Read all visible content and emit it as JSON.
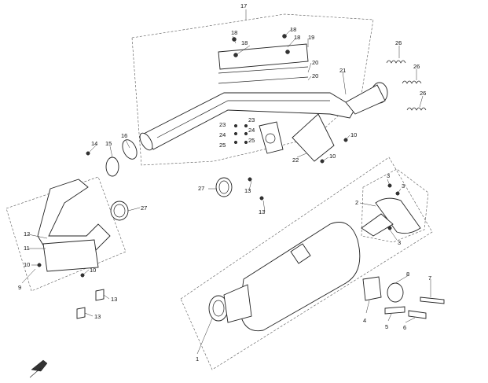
{
  "callouts": [
    {
      "id": "c17a",
      "text": "17"
    },
    {
      "id": "c18a",
      "text": "18"
    },
    {
      "id": "c18b",
      "text": "18"
    },
    {
      "id": "c18c",
      "text": "18"
    },
    {
      "id": "c18d",
      "text": "18"
    },
    {
      "id": "c19",
      "text": "19"
    },
    {
      "id": "c20a",
      "text": "20"
    },
    {
      "id": "c20b",
      "text": "20"
    },
    {
      "id": "c21",
      "text": "21"
    },
    {
      "id": "c26a",
      "text": "26"
    },
    {
      "id": "c26b",
      "text": "26"
    },
    {
      "id": "c26c",
      "text": "26"
    },
    {
      "id": "c16",
      "text": "16"
    },
    {
      "id": "c14",
      "text": "14"
    },
    {
      "id": "c15",
      "text": "15"
    },
    {
      "id": "c23a",
      "text": "23"
    },
    {
      "id": "c23b",
      "text": "23"
    },
    {
      "id": "c24a",
      "text": "24"
    },
    {
      "id": "c24b",
      "text": "24"
    },
    {
      "id": "c25a",
      "text": "25"
    },
    {
      "id": "c25b",
      "text": "25"
    },
    {
      "id": "c10a",
      "text": "10"
    },
    {
      "id": "c10b",
      "text": "10"
    },
    {
      "id": "c22",
      "text": "22"
    },
    {
      "id": "c27a",
      "text": "27"
    },
    {
      "id": "c13a",
      "text": "13"
    },
    {
      "id": "c13b",
      "text": "13"
    },
    {
      "id": "c27b",
      "text": "27"
    },
    {
      "id": "c12",
      "text": "12"
    },
    {
      "id": "c11",
      "text": "11"
    },
    {
      "id": "c10c",
      "text": "10"
    },
    {
      "id": "c10d",
      "text": "10"
    },
    {
      "id": "c9",
      "text": "9"
    },
    {
      "id": "c13c",
      "text": "13"
    },
    {
      "id": "c13d",
      "text": "13"
    },
    {
      "id": "c2",
      "text": "2"
    },
    {
      "id": "c3a",
      "text": "3"
    },
    {
      "id": "c3b",
      "text": "3"
    },
    {
      "id": "c3c",
      "text": "3"
    },
    {
      "id": "c1",
      "text": "1"
    },
    {
      "id": "c8",
      "text": "8"
    },
    {
      "id": "c7",
      "text": "7"
    },
    {
      "id": "c4",
      "text": "4"
    },
    {
      "id": "c5",
      "text": "5"
    },
    {
      "id": "c6",
      "text": "6"
    }
  ]
}
